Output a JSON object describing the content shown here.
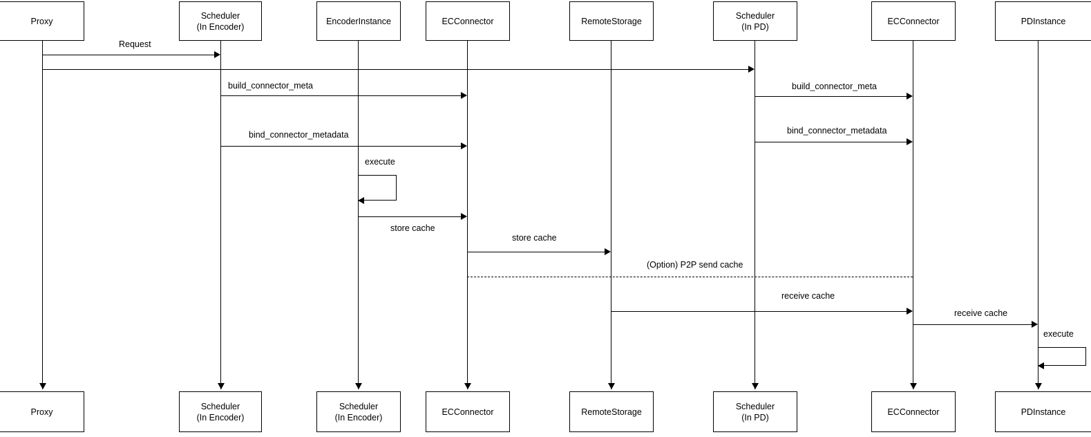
{
  "diagram": {
    "type": "sequence-diagram",
    "title": "",
    "participants": [
      {
        "id": "proxy",
        "label_line1": "Proxy",
        "label_line2": ""
      },
      {
        "id": "sched-enc",
        "label_line1": "Scheduler",
        "label_line2": "(In Encoder)"
      },
      {
        "id": "encoder-inst",
        "label_line1": "EncoderInstance",
        "label_line2": ""
      },
      {
        "id": "ecconn-left",
        "label_line1": "ECConnector",
        "label_line2": ""
      },
      {
        "id": "remote-store",
        "label_line1": "RemoteStorage",
        "label_line2": ""
      },
      {
        "id": "sched-pd",
        "label_line1": "Scheduler",
        "label_line2": "(In PD)"
      },
      {
        "id": "ecconn-right",
        "label_line1": "ECConnector",
        "label_line2": ""
      },
      {
        "id": "pd-inst",
        "label_line1": "PDInstance",
        "label_line2": ""
      }
    ],
    "participants_footer": [
      {
        "id": "proxy",
        "label_line1": "Proxy",
        "label_line2": ""
      },
      {
        "id": "sched-enc",
        "label_line1": "Scheduler",
        "label_line2": "(In Encoder)"
      },
      {
        "id": "encoder-inst",
        "label_line1": "Scheduler",
        "label_line2": "(In Encoder)"
      },
      {
        "id": "ecconn-left",
        "label_line1": "ECConnector",
        "label_line2": ""
      },
      {
        "id": "remote-store",
        "label_line1": "RemoteStorage",
        "label_line2": ""
      },
      {
        "id": "sched-pd",
        "label_line1": "Scheduler",
        "label_line2": "(In PD)"
      },
      {
        "id": "ecconn-right",
        "label_line1": "ECConnector",
        "label_line2": ""
      },
      {
        "id": "pd-inst",
        "label_line1": "PDInstance",
        "label_line2": ""
      }
    ],
    "messages": [
      {
        "id": "m1",
        "label": "Request",
        "from": "proxy",
        "to": "sched-enc",
        "style": "solid"
      },
      {
        "id": "m2",
        "label": "",
        "from": "proxy",
        "to": "sched-pd",
        "style": "solid"
      },
      {
        "id": "m3",
        "label": "build_connector_meta",
        "from": "sched-enc",
        "to": "ecconn-left",
        "style": "solid"
      },
      {
        "id": "m4",
        "label": "build_connector_meta",
        "from": "sched-pd",
        "to": "ecconn-right",
        "style": "solid"
      },
      {
        "id": "m5",
        "label": "bind_connector_metadata",
        "from": "sched-enc",
        "to": "ecconn-left",
        "style": "solid"
      },
      {
        "id": "m6",
        "label": "bind_connector_metadata",
        "from": "sched-pd",
        "to": "ecconn-right",
        "style": "solid"
      },
      {
        "id": "m7",
        "label": "execute",
        "from": "encoder-inst",
        "to": "encoder-inst",
        "style": "self"
      },
      {
        "id": "m8",
        "label": "store cache",
        "from": "encoder-inst",
        "to": "ecconn-left",
        "style": "solid"
      },
      {
        "id": "m9",
        "label": "store cache",
        "from": "ecconn-left",
        "to": "remote-store",
        "style": "solid"
      },
      {
        "id": "m10",
        "label": "(Option) P2P send cache",
        "from": "ecconn-left",
        "to": "ecconn-right",
        "style": "dashed"
      },
      {
        "id": "m11",
        "label": "receive cache",
        "from": "remote-store",
        "to": "ecconn-right",
        "style": "solid"
      },
      {
        "id": "m12",
        "label": "receive cache",
        "from": "ecconn-right",
        "to": "pd-inst",
        "style": "solid"
      },
      {
        "id": "m13",
        "label": "execute",
        "from": "pd-inst",
        "to": "pd-inst",
        "style": "self"
      }
    ],
    "colors": {
      "stroke": "#000000",
      "background": "#ffffff",
      "text": "#000000"
    }
  }
}
